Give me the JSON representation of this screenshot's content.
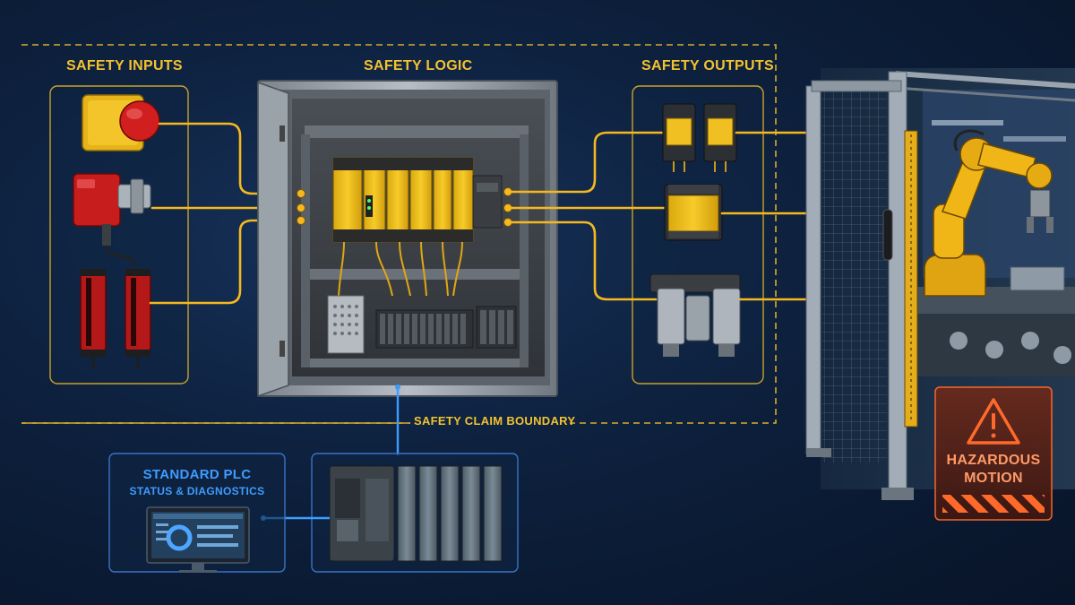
{
  "labels": {
    "safety_inputs": "SAFETY INPUTS",
    "safety_logic": "SAFETY LOGIC",
    "safety_outputs": "SAFETY OUTPUTS",
    "safety_claim_boundary": "SAFETY CLAIM BOUNDARY",
    "standard_plc": "STANDARD PLC",
    "status_diagnostics": "STATUS & DIAGNOSTICS",
    "hazard_line1": "HAZARDOUS",
    "hazard_line2": "MOTION"
  },
  "colors": {
    "safety_accent": "#f2c230",
    "signal_wire": "#f5b820",
    "standard_accent": "#3f9cff",
    "hazard_accent": "#ff6a2a",
    "background": "#0d203d"
  },
  "icons": {
    "hazard": "warning-triangle-icon"
  }
}
